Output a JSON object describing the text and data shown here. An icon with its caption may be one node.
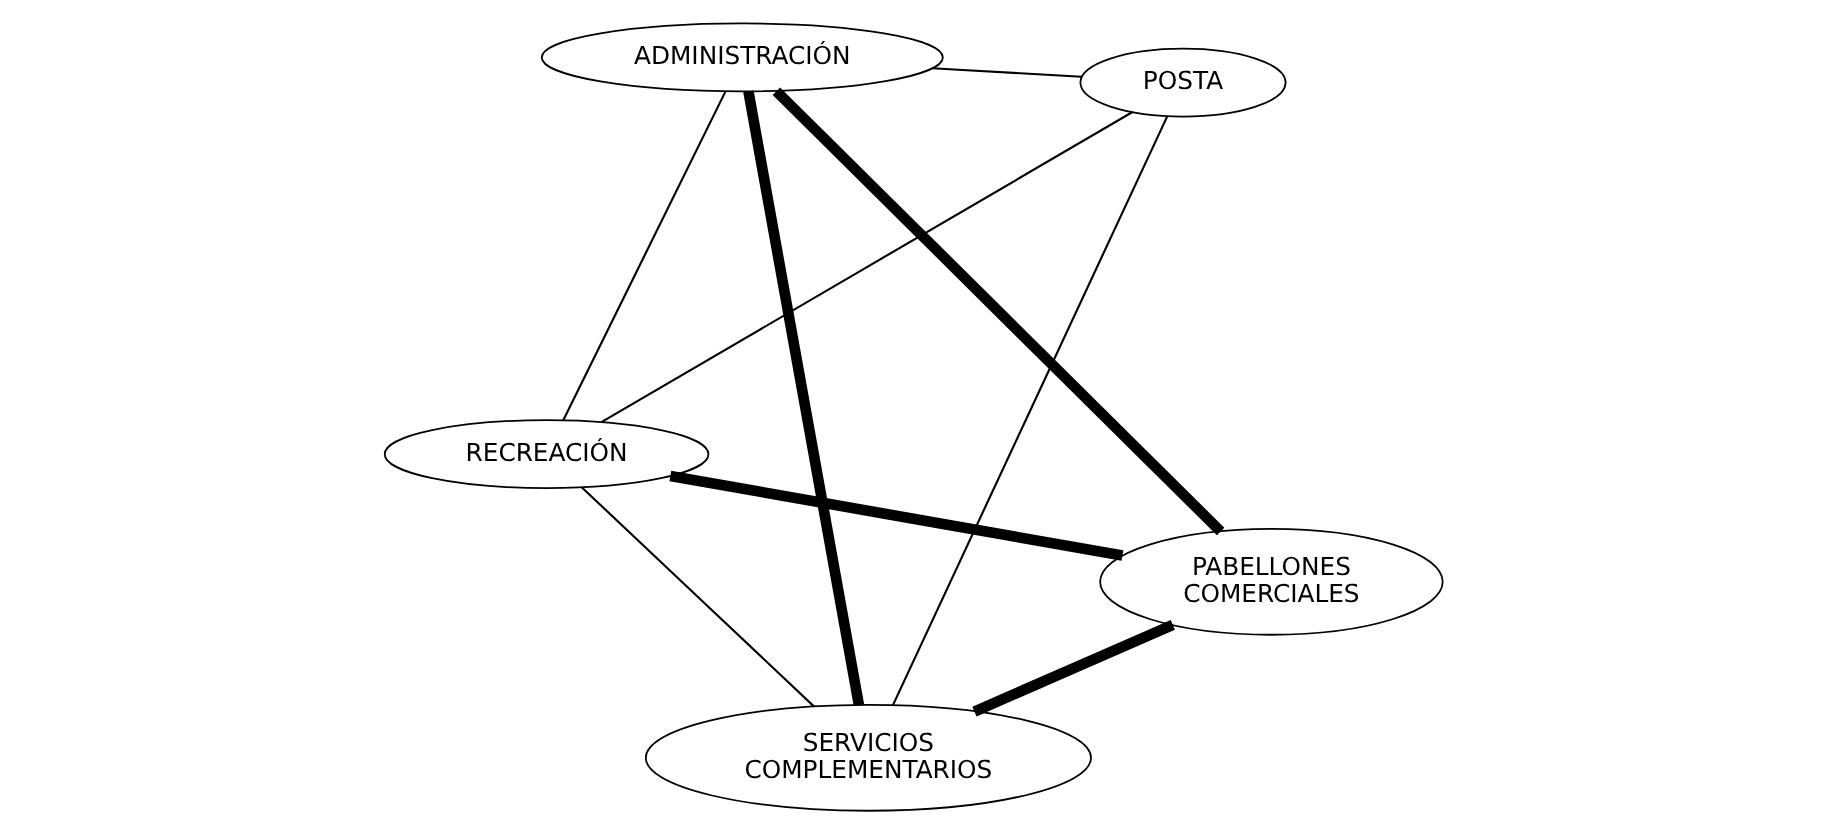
{
  "diagram": {
    "nodes": [
      {
        "text": [
          "RECREACIÓN"
        ]
      },
      {
        "text": [
          "PABELLONES COMERCIALES"
        ]
      },
      {
        "text": [
          "SERVICIOS COMPLEMENTARIOS"
        ]
      },
      {
        "text": [
          "ADMINISTRACIÓN"
        ]
      },
      {
        "text": [
          "POSTA"
        ]
      }
    ],
    "edges": [
      {
        "from": 0,
        "to": 1,
        "arrow": "none",
        "style": "thick"
      },
      {
        "from": 0,
        "to": 2,
        "arrow": "none"
      },
      {
        "from": 0,
        "to": 4,
        "arrow": "none"
      },
      {
        "from": 0,
        "to": 3,
        "arrow": "none"
      },
      {
        "from": 1,
        "to": 2,
        "arrow": "none",
        "style": "thick"
      },
      {
        "from": 1,
        "to": 3,
        "arrow": "none",
        "style": "thick"
      },
      {
        "from": 2,
        "to": 3,
        "arrow": "none",
        "style": "thick"
      },
      {
        "from": 2,
        "to": 4,
        "arrow": "none"
      },
      {
        "from": 4,
        "to": 3,
        "arrow": "none"
      }
    ]
  }
}
